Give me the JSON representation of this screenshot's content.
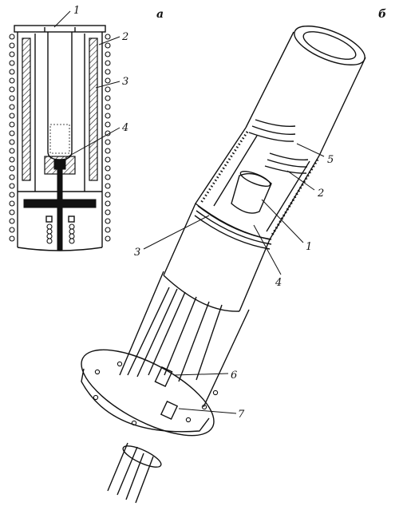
{
  "panels": {
    "left": {
      "label": "а"
    },
    "right": {
      "label": "б"
    }
  },
  "left_callouts": [
    {
      "id": "1",
      "text": "1"
    },
    {
      "id": "2",
      "text": "2"
    },
    {
      "id": "3",
      "text": "3"
    },
    {
      "id": "4",
      "text": "4"
    }
  ],
  "right_callouts": [
    {
      "id": "5",
      "text": "5"
    },
    {
      "id": "2",
      "text": "2"
    },
    {
      "id": "1",
      "text": "1"
    },
    {
      "id": "3",
      "text": "3"
    },
    {
      "id": "4",
      "text": "4"
    },
    {
      "id": "6",
      "text": "6"
    },
    {
      "id": "7",
      "text": "7"
    }
  ]
}
